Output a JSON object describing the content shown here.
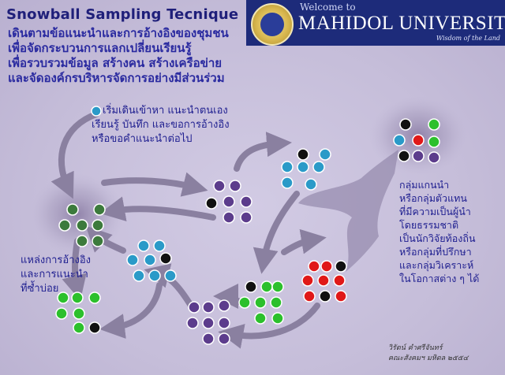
{
  "title": "Snowball Sampling Tecnique",
  "subtitle_lines": [
    "เดินตามข้อแนะนำและการอ้างอิงของชุมชน",
    "เพื่อจัดกระบวนการแลกเปลี่ยนเรียนรู้",
    "เพื่อรวบรวมข้อมูล สร้างคน สร้างเครือข่าย",
    "และจัดองค์กรบริหารจัดการอย่างมีส่วนร่วม"
  ],
  "banner": {
    "welcome": "Welcome to",
    "university": "MAHIDOL UNIVERSITY",
    "motto": "Wisdom of the Land"
  },
  "note_top": [
    "เริ่มเดินเข้าหา แนะนำตนเอง",
    "เรียนรู้ บันทึก และขอการอ้างอิง",
    "หรือขอคำแนะนำต่อไป"
  ],
  "note_left": [
    "แหล่งการอ้างอิง",
    "และการแนะนำ",
    "ที่ซ้ำบ่อย"
  ],
  "note_right": [
    "กลุ่มแกนนำ",
    "หรือกลุ่มตัวแทน",
    "ที่มีความเป็นผู้นำ",
    "โดยธรรมชาติ",
    "เป็นนักวิจัยท้องถิ่น",
    "หรือกลุ่มที่ปรึกษา",
    "และกลุ่มวิเคราะห์",
    "ในโอกาสต่าง ๆ ได้"
  ],
  "credit": [
    "วิรัตน์ คำศรีจันทร์",
    "คณะสังคมฯ มหิดล ๒๕๕๔"
  ],
  "colors": {
    "dark_green": "#3c7a3c",
    "purple": "#5c3c8c",
    "teal": "#2a9ac8",
    "green": "#2cc02c",
    "red": "#e01818",
    "black": "#111111",
    "arrow": "#8a80a0"
  },
  "legend_dot_color": "#2a9ac8",
  "clusters": [
    {
      "id": "top-right",
      "dots": [
        "black",
        "green",
        "teal",
        "red",
        "green",
        "black",
        "purple",
        "purple"
      ]
    },
    {
      "id": "teal-upper",
      "dots": [
        "black",
        "teal",
        "teal",
        "teal",
        "teal",
        "teal",
        "teal"
      ]
    },
    {
      "id": "purple-upper",
      "dots": [
        "purple",
        "purple",
        "black",
        "purple",
        "purple",
        "purple",
        "purple"
      ]
    },
    {
      "id": "dark-green-left",
      "dots": [
        "dark_green",
        "dark_green",
        "dark_green",
        "dark_green",
        "dark_green",
        "dark_green",
        "dark_green"
      ]
    },
    {
      "id": "teal-center",
      "dots": [
        "teal",
        "teal",
        "teal",
        "teal",
        "black",
        "teal",
        "teal",
        "teal"
      ]
    },
    {
      "id": "green-bottom-left",
      "dots": [
        "green",
        "green",
        "green",
        "green",
        "green",
        "green",
        "black"
      ]
    },
    {
      "id": "purple-bottom",
      "dots": [
        "purple",
        "purple",
        "purple",
        "purple",
        "purple",
        "purple",
        "purple",
        "purple"
      ]
    },
    {
      "id": "green-bottom",
      "dots": [
        "black",
        "green",
        "green",
        "green",
        "green",
        "green",
        "green",
        "green"
      ]
    },
    {
      "id": "red-cluster",
      "dots": [
        "red",
        "red",
        "black",
        "red",
        "red",
        "red",
        "red",
        "black",
        "red"
      ]
    }
  ]
}
